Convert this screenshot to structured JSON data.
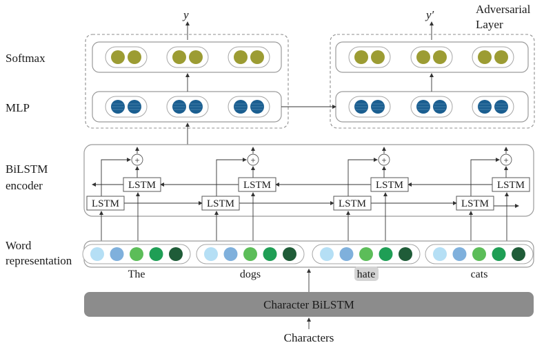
{
  "row_labels": {
    "softmax": "Softmax",
    "mlp": "MLP",
    "bilstm_line1": "BiLSTM",
    "bilstm_line2": "encoder",
    "wordrep_line1": "Word",
    "wordrep_line2": "representation"
  },
  "outputs": {
    "main": "y",
    "adversarial": "y′"
  },
  "adversarial_layer": {
    "line1": "Adversarial",
    "line2": "Layer"
  },
  "lstm_label": "LSTM",
  "plus_symbol": "+",
  "words": [
    "The",
    "dogs",
    "hate",
    "cats"
  ],
  "character_bilstm": "Character BiLSTM",
  "characters": "Characters",
  "colors": {
    "softmax_node": "#9c9c33",
    "mlp_node": "#1a5e90",
    "word_node_shades": [
      "#b5dff5",
      "#7fb0dc",
      "#5cbd59",
      "#1f9e55",
      "#1f5c38"
    ],
    "character_bilstm_fill": "#8c8c8c",
    "highlight": "#d4d4d4"
  }
}
